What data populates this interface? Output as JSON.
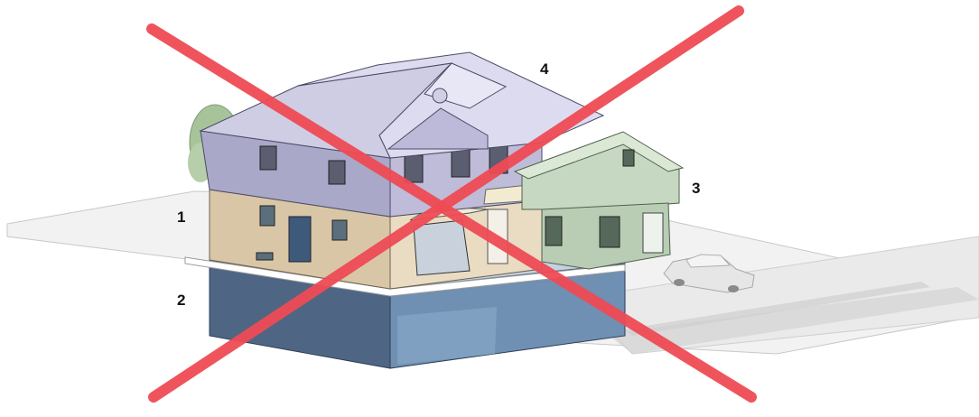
{
  "diagram": {
    "callouts": [
      {
        "id": "1",
        "label": "1"
      },
      {
        "id": "2",
        "label": "2"
      },
      {
        "id": "3",
        "label": "3"
      },
      {
        "id": "4",
        "label": "4"
      }
    ],
    "colors": {
      "ground_plane": "#f1f1f1",
      "basement": "#4e6684",
      "first_floor": "#d9c6a6",
      "second_floor": "#a9a8c8",
      "roof": "#d7d6ea",
      "annex": "#b9cdb4",
      "cross_mark": "#ef4b55"
    }
  }
}
